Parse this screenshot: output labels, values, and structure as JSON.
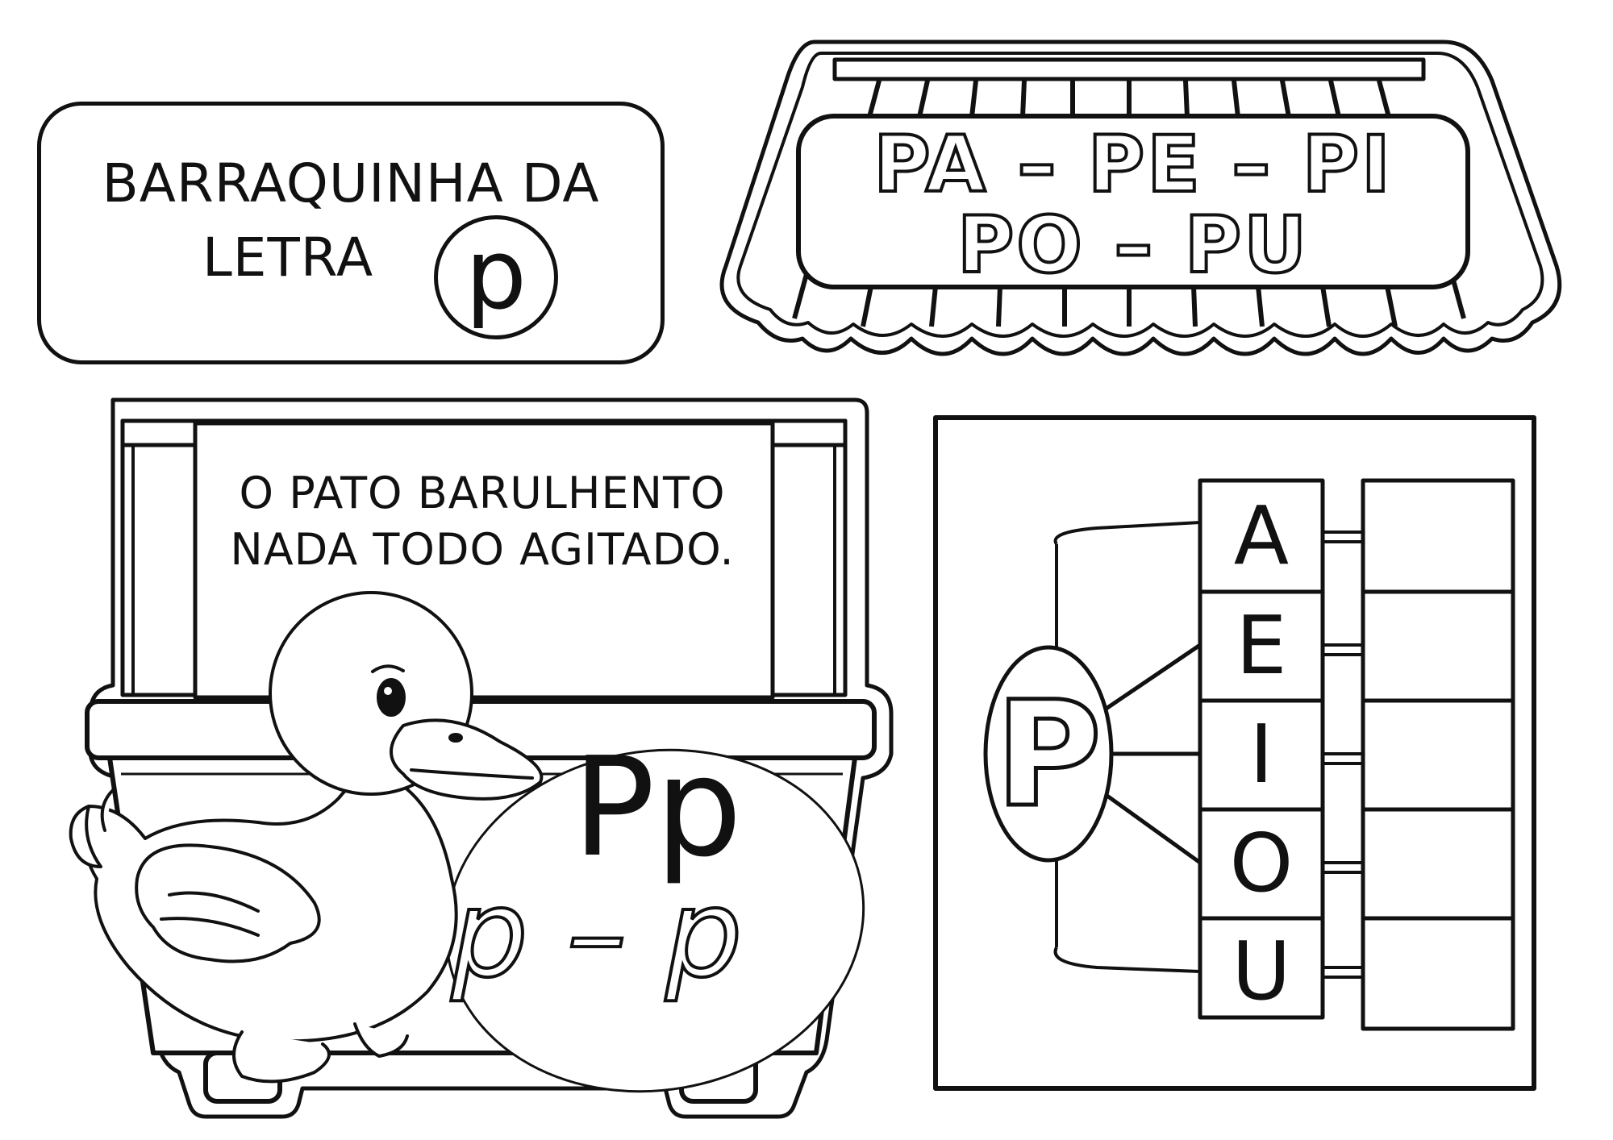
{
  "title": {
    "line1": "BARRAQUINHA DA",
    "line2": "LETRA",
    "letter": "p"
  },
  "syllables": {
    "line1": "PA – PE – PI",
    "line2": "PO – PU"
  },
  "sentence": {
    "line1": "O PATO BARULHENTO",
    "line2": "NADA TODO AGITADO."
  },
  "letter_forms": {
    "print": "Pp",
    "cursive": "p – p"
  },
  "diagram": {
    "letter": "P",
    "vowels": [
      "A",
      "E",
      "I",
      "O",
      "U"
    ]
  },
  "colors": {
    "ink": "#111111",
    "paper": "#ffffff"
  }
}
